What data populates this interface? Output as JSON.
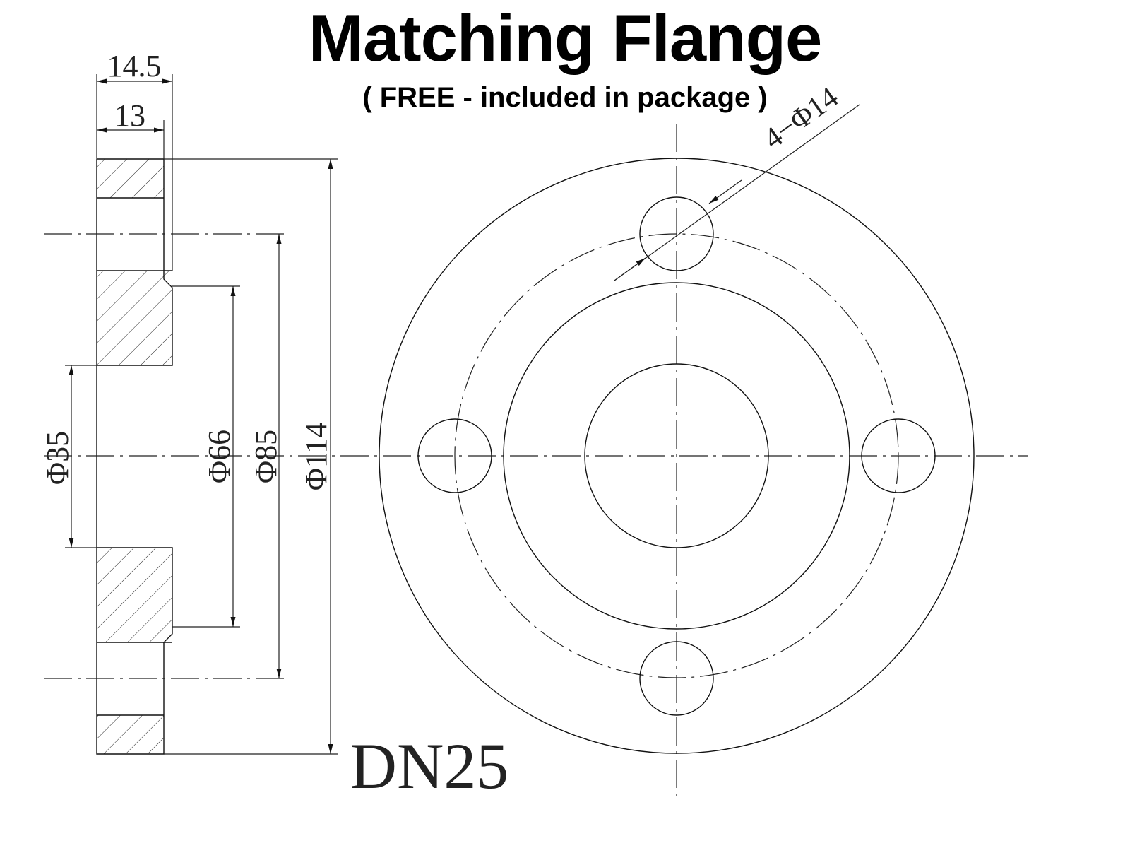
{
  "header": {
    "title": "Matching Flange",
    "subtitle": "( FREE - included in package )"
  },
  "dimensions": {
    "overall_thickness": "14.5",
    "flange_thickness": "13",
    "bore_diameter": "Φ35",
    "raised_face_diameter": "Φ66",
    "bolt_circle_diameter": "Φ85",
    "outer_diameter": "Φ114",
    "bolt_holes": "4−Φ14"
  },
  "size_label": "DN25",
  "colors": {
    "line": "#111111",
    "background": "#ffffff"
  }
}
